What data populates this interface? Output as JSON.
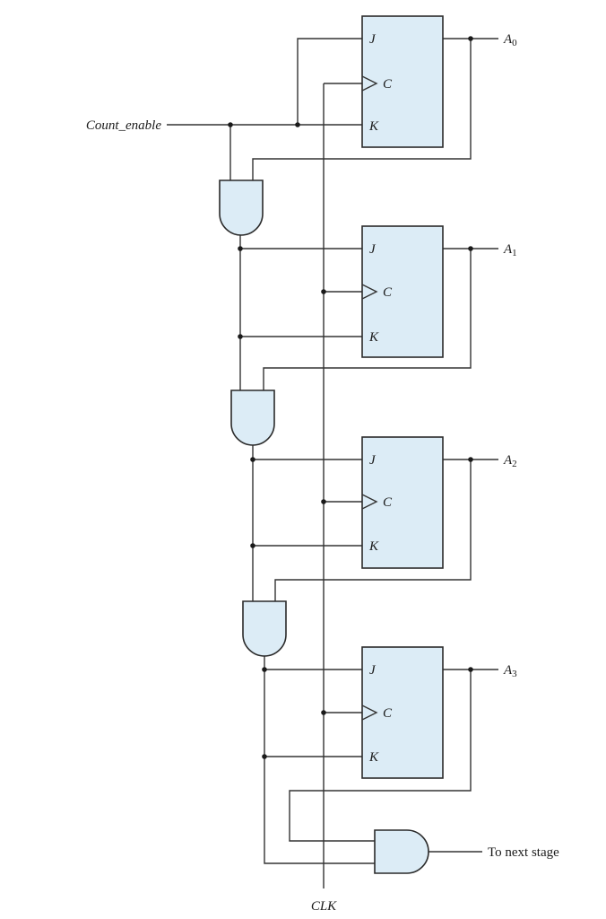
{
  "inputs": {
    "count_enable": "Count_enable",
    "clock": "CLK"
  },
  "output_label": "To next stage",
  "flip_flops": [
    {
      "pin_j": "J",
      "pin_c": "C",
      "pin_k": "K",
      "output_name": "A",
      "output_sub": "0"
    },
    {
      "pin_j": "J",
      "pin_c": "C",
      "pin_k": "K",
      "output_name": "A",
      "output_sub": "1"
    },
    {
      "pin_j": "J",
      "pin_c": "C",
      "pin_k": "K",
      "output_name": "A",
      "output_sub": "2"
    },
    {
      "pin_j": "J",
      "pin_c": "C",
      "pin_k": "K",
      "output_name": "A",
      "output_sub": "3"
    }
  ]
}
